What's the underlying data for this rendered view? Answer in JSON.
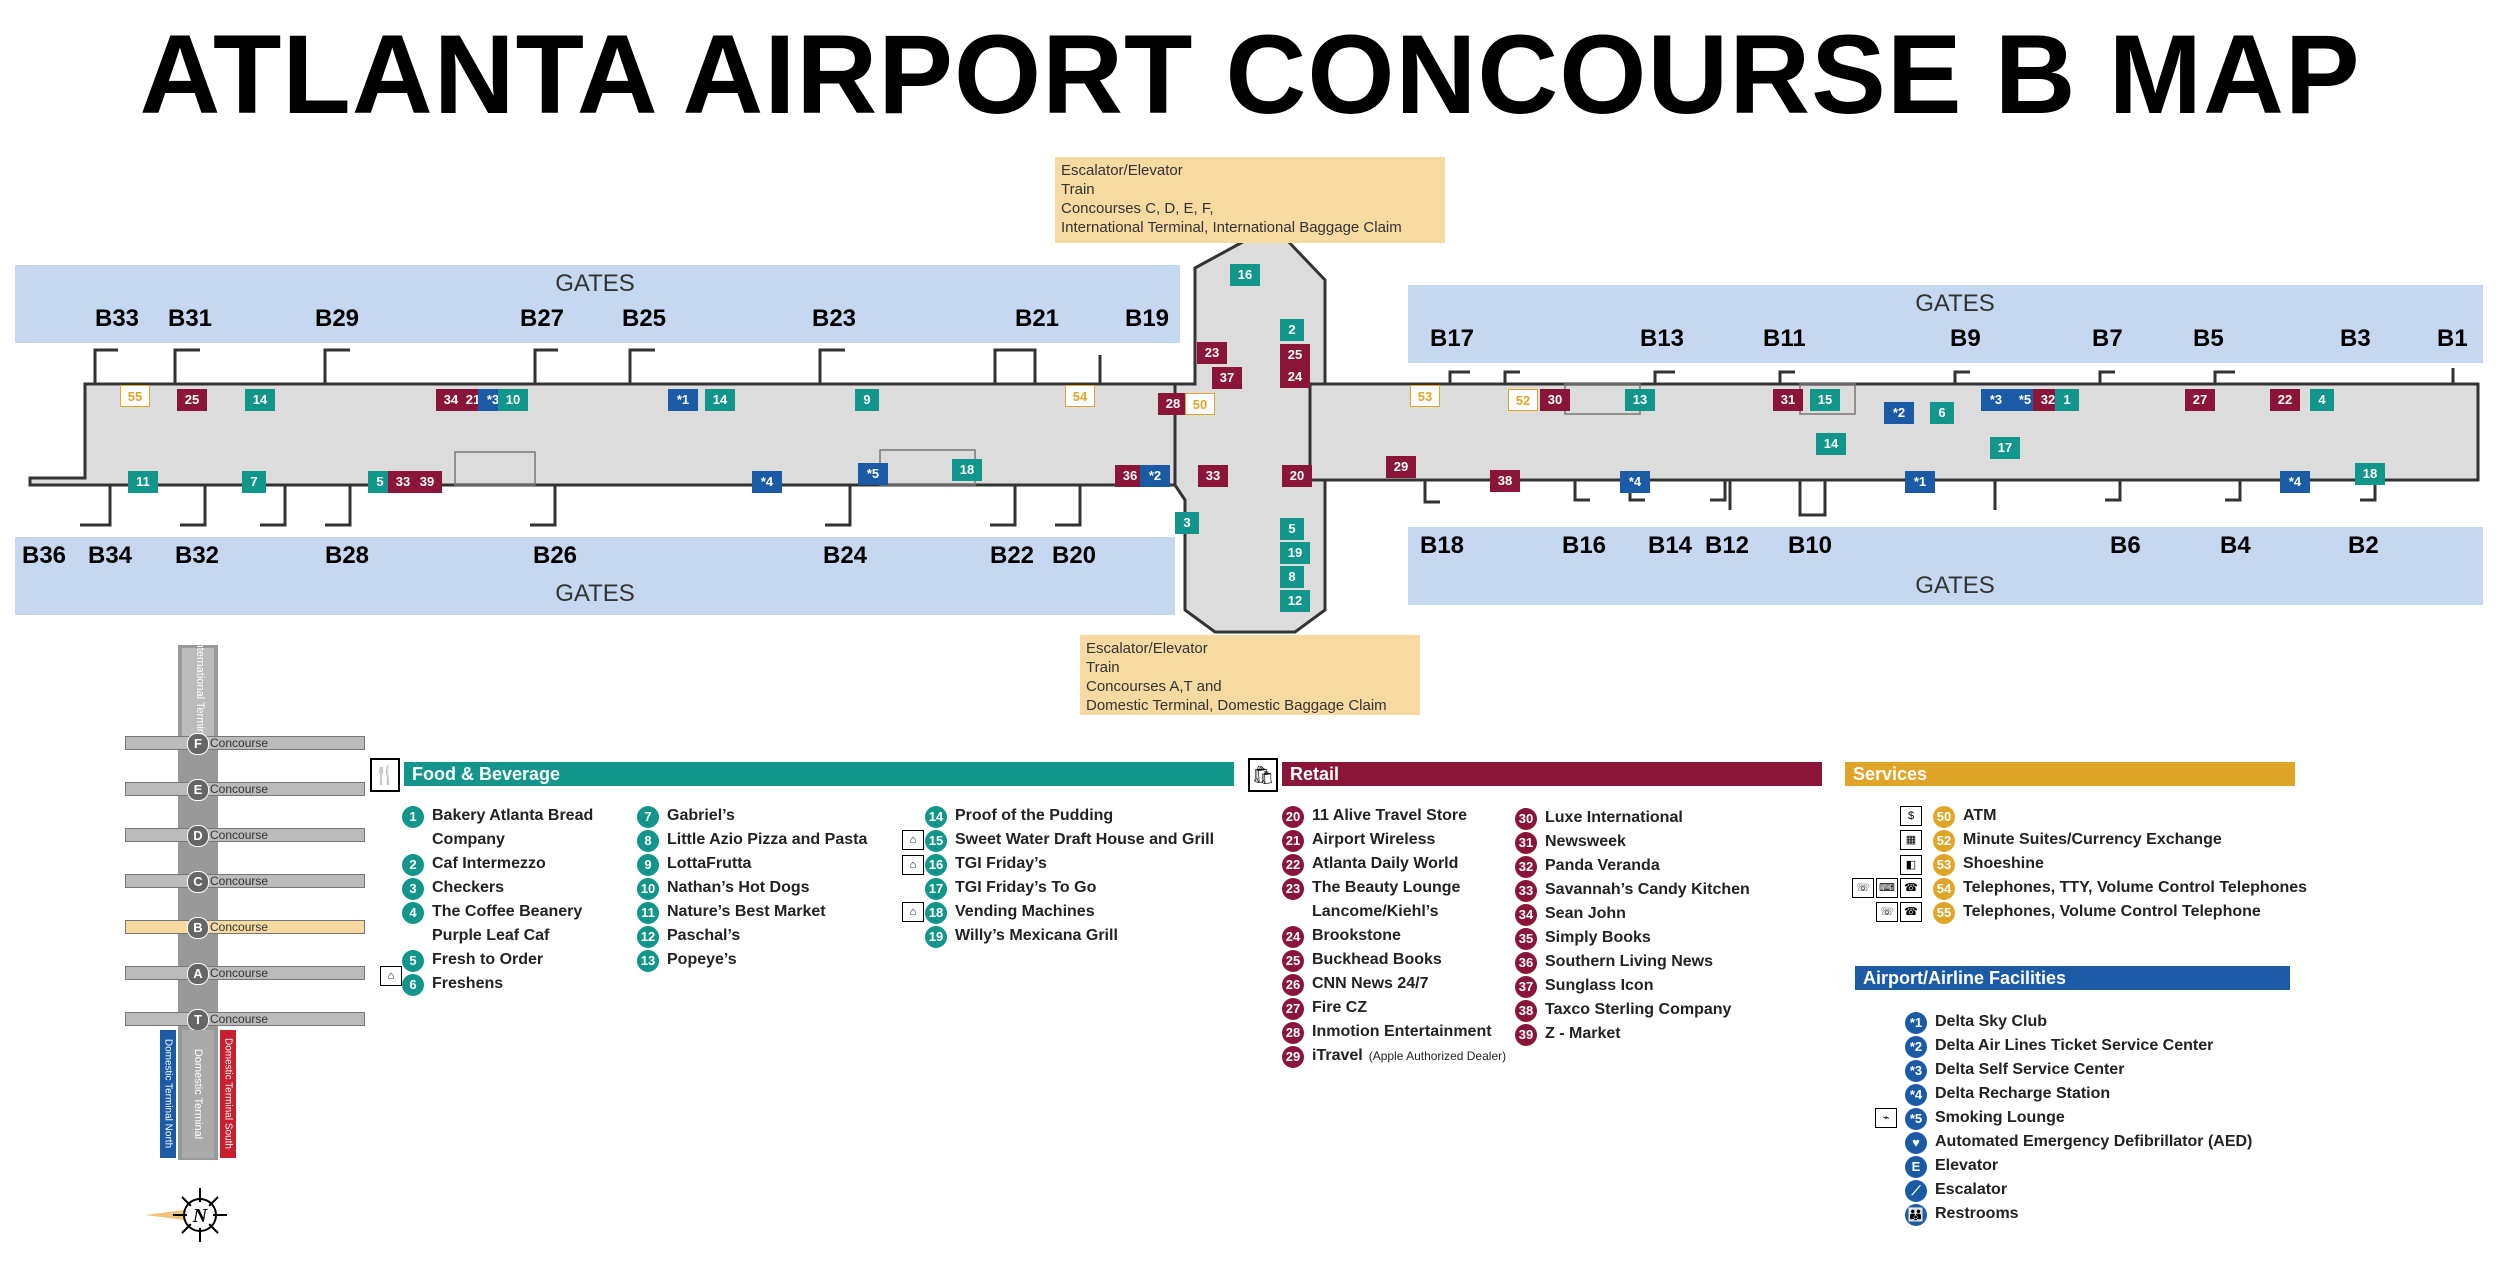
{
  "title": "ATLANTA AIRPORT CONCOURSE B MAP",
  "colors": {
    "food": "#12958a",
    "retail": "#8a1538",
    "services": "#e0a526",
    "facilities": "#1b5ba6",
    "gates_band": "#c5d8ef",
    "concourse_floor": "#dcdcdc",
    "note_bg": "#f7d9a2"
  },
  "gates_label": "GATES",
  "gates_top_left": [
    "B33",
    "B31",
    "B29",
    "B27",
    "B25",
    "B23",
    "B21",
    "B19"
  ],
  "gates_top_right": [
    "B17",
    "B13",
    "B11",
    "B9",
    "B7",
    "B5",
    "B3",
    "B1"
  ],
  "gates_bottom_left": [
    "B36",
    "B34",
    "B32",
    "B28",
    "B26",
    "B24",
    "B22",
    "B20"
  ],
  "gates_bottom_right": [
    "B18",
    "B16",
    "B14",
    "B12",
    "B10",
    "B6",
    "B4",
    "B2"
  ],
  "note_top": [
    "Escalator/Elevator",
    "Train",
    "Concourses  C, D, E, F,",
    "International Terminal, International Baggage Claim"
  ],
  "note_bottom": [
    "Escalator/Elevator",
    "Train",
    "Concourses  A,T and",
    "Domestic Terminal, Domestic Baggage Claim"
  ],
  "map_markers": [
    {
      "t": "25",
      "c": "retail"
    },
    {
      "t": "14",
      "c": "food"
    },
    {
      "t": "34",
      "c": "retail"
    },
    {
      "t": "21",
      "c": "retail"
    },
    {
      "t": "*3",
      "c": "facilities"
    },
    {
      "t": "10",
      "c": "food"
    },
    {
      "t": "*1",
      "c": "facilities"
    },
    {
      "t": "14",
      "c": "food"
    },
    {
      "t": "9",
      "c": "food"
    },
    {
      "t": "28",
      "c": "retail"
    },
    {
      "t": "50",
      "c": "services"
    },
    {
      "t": "11",
      "c": "food"
    },
    {
      "t": "7",
      "c": "food"
    },
    {
      "t": "5",
      "c": "food"
    },
    {
      "t": "33",
      "c": "retail"
    },
    {
      "t": "39",
      "c": "retail"
    },
    {
      "t": "*4",
      "c": "facilities"
    },
    {
      "t": "*5",
      "c": "facilities"
    },
    {
      "t": "18",
      "c": "food"
    },
    {
      "t": "36",
      "c": "retail"
    },
    {
      "t": "*2",
      "c": "facilities"
    },
    {
      "t": "16",
      "c": "food"
    },
    {
      "t": "2",
      "c": "food"
    },
    {
      "t": "23",
      "c": "retail"
    },
    {
      "t": "25",
      "c": "retail"
    },
    {
      "t": "37",
      "c": "retail"
    },
    {
      "t": "24",
      "c": "retail"
    },
    {
      "t": "33",
      "c": "retail"
    },
    {
      "t": "20",
      "c": "retail"
    },
    {
      "t": "29",
      "c": "retail"
    },
    {
      "t": "3",
      "c": "food"
    },
    {
      "t": "5",
      "c": "food"
    },
    {
      "t": "19",
      "c": "food"
    },
    {
      "t": "8",
      "c": "food"
    },
    {
      "t": "12",
      "c": "food"
    },
    {
      "t": "52",
      "c": "services"
    },
    {
      "t": "30",
      "c": "retail"
    },
    {
      "t": "13",
      "c": "food"
    },
    {
      "t": "38",
      "c": "retail"
    },
    {
      "t": "*4",
      "c": "facilities"
    },
    {
      "t": "31",
      "c": "retail"
    },
    {
      "t": "15",
      "c": "food"
    },
    {
      "t": "*2",
      "c": "facilities"
    },
    {
      "t": "6",
      "c": "food"
    },
    {
      "t": "14",
      "c": "food"
    },
    {
      "t": "*3",
      "c": "facilities"
    },
    {
      "t": "*5",
      "c": "facilities"
    },
    {
      "t": "32",
      "c": "retail"
    },
    {
      "t": "1",
      "c": "food"
    },
    {
      "t": "17",
      "c": "food"
    },
    {
      "t": "*1",
      "c": "facilities"
    },
    {
      "t": "27",
      "c": "retail"
    },
    {
      "t": "22",
      "c": "retail"
    },
    {
      "t": "4",
      "c": "food"
    },
    {
      "t": "*4",
      "c": "facilities"
    },
    {
      "t": "18",
      "c": "food"
    },
    {
      "t": "55",
      "c": "services"
    },
    {
      "t": "54",
      "c": "services"
    },
    {
      "t": "53",
      "c": "services"
    }
  ],
  "food_header": "Food & Beverage",
  "food_col1": [
    {
      "n": "1",
      "t": "Bakery Atlanta Bread"
    },
    {
      "n": "",
      "t": "Company"
    },
    {
      "n": "2",
      "t": "Caf  Intermezzo"
    },
    {
      "n": "3",
      "t": "Checkers"
    },
    {
      "n": "4",
      "t": "The Coffee Beanery"
    },
    {
      "n": "",
      "t": "Purple Leaf Caf"
    },
    {
      "n": "5",
      "t": "Fresh to Order"
    },
    {
      "n": "6",
      "t": "Freshens"
    }
  ],
  "food_col2": [
    {
      "n": "7",
      "t": "Gabriel’s"
    },
    {
      "n": "8",
      "t": "Little Azio Pizza and Pasta"
    },
    {
      "n": "9",
      "t": "LottaFrutta"
    },
    {
      "n": "10",
      "t": "Nathan’s Hot Dogs"
    },
    {
      "n": "11",
      "t": "Nature’s Best Market"
    },
    {
      "n": "12",
      "t": "Paschal’s"
    },
    {
      "n": "13",
      "t": "Popeye’s"
    }
  ],
  "food_col3": [
    {
      "n": "14",
      "t": "Proof of the Pudding"
    },
    {
      "n": "15",
      "t": "Sweet Water Draft House and Grill"
    },
    {
      "n": "16",
      "t": "TGI Friday’s"
    },
    {
      "n": "17",
      "t": "TGI Friday’s To Go"
    },
    {
      "n": "18",
      "t": "Vending Machines"
    },
    {
      "n": "19",
      "t": "Willy’s Mexicana Grill"
    }
  ],
  "retail_header": "Retail",
  "retail_col1": [
    {
      "n": "20",
      "t": "11 Alive Travel Store"
    },
    {
      "n": "21",
      "t": "Airport Wireless"
    },
    {
      "n": "22",
      "t": "Atlanta Daily World"
    },
    {
      "n": "23",
      "t": "The Beauty Lounge"
    },
    {
      "n": "",
      "t": "Lancome/Kiehl’s"
    },
    {
      "n": "24",
      "t": "Brookstone"
    },
    {
      "n": "25",
      "t": "Buckhead Books"
    },
    {
      "n": "26",
      "t": "CNN News 24/7"
    },
    {
      "n": "27",
      "t": "Fire CZ"
    },
    {
      "n": "28",
      "t": "Inmotion Entertainment"
    },
    {
      "n": "29",
      "t": "iTravel",
      "s": "(Apple Authorized Dealer)"
    }
  ],
  "retail_col2": [
    {
      "n": "30",
      "t": "Luxe International"
    },
    {
      "n": "31",
      "t": "Newsweek"
    },
    {
      "n": "32",
      "t": "Panda Veranda"
    },
    {
      "n": "33",
      "t": "Savannah’s Candy Kitchen"
    },
    {
      "n": "34",
      "t": "Sean John"
    },
    {
      "n": "35",
      "t": "Simply Books"
    },
    {
      "n": "36",
      "t": "Southern Living News"
    },
    {
      "n": "37",
      "t": "Sunglass Icon"
    },
    {
      "n": "38",
      "t": "Taxco Sterling Company"
    },
    {
      "n": "39",
      "t": "Z - Market"
    }
  ],
  "services_header": "Services",
  "services": [
    {
      "n": "50",
      "t": "ATM"
    },
    {
      "n": "52",
      "t": "Minute Suites/Currency Exchange"
    },
    {
      "n": "53",
      "t": "Shoeshine"
    },
    {
      "n": "54",
      "t": "Telephones, TTY, Volume Control Telephones"
    },
    {
      "n": "55",
      "t": "Telephones, Volume Control Telephone"
    }
  ],
  "facilities_header": "Airport/Airline Facilities",
  "facilities": [
    {
      "n": "*1",
      "t": "Delta Sky Club"
    },
    {
      "n": "*2",
      "t": "Delta Air Lines Ticket Service Center"
    },
    {
      "n": "*3",
      "t": "Delta Self Service Center"
    },
    {
      "n": "*4",
      "t": "Delta Recharge Station"
    },
    {
      "n": "*5",
      "t": "Smoking Lounge"
    },
    {
      "n": "♥",
      "t": "Automated Emergency Defibrillator (AED)"
    },
    {
      "n": "E",
      "t": "Elevator"
    },
    {
      "n": "⟋",
      "t": "Escalator"
    },
    {
      "n": "👪",
      "t": "Restrooms"
    }
  ],
  "train": {
    "top_label": "International Terminal",
    "concourses": [
      "F",
      "E",
      "D",
      "C",
      "B",
      "A",
      "T"
    ],
    "concourse_word": "Concourse",
    "bottom_left": "Domestic Terminal North",
    "bottom_mid": "Domestic Terminal",
    "bottom_right": "Domestic Terminal South",
    "compass": "N"
  }
}
